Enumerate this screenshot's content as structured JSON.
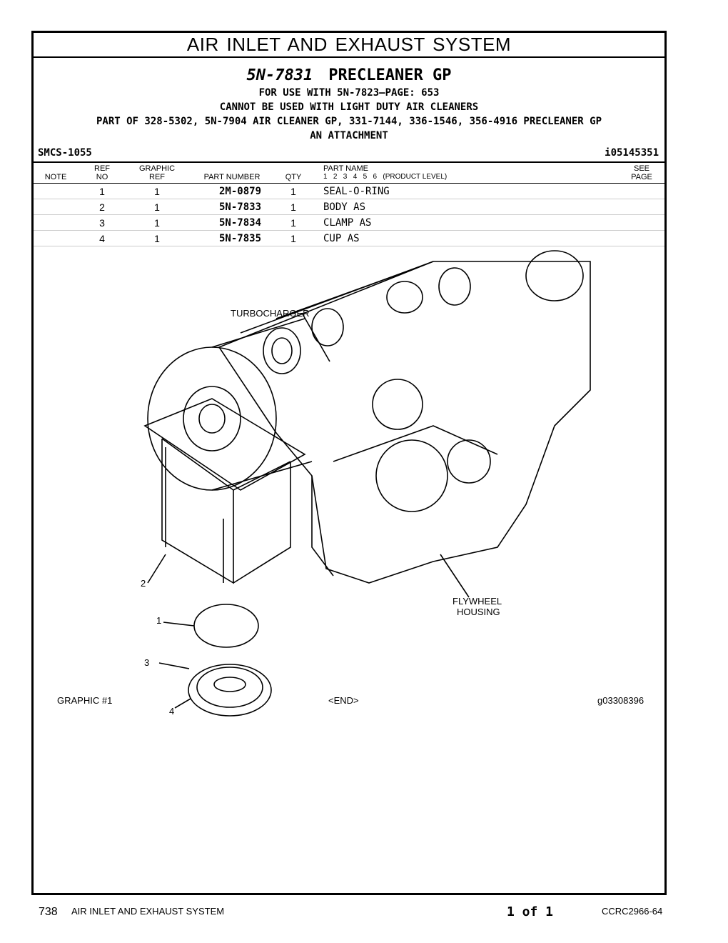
{
  "section_title": "AIR INLET AND EXHAUST SYSTEM",
  "part": {
    "number": "5N-7831",
    "name": "PRECLEANER GP"
  },
  "notes": [
    "FOR USE WITH 5N-7823—PAGE: 653",
    "CANNOT BE USED WITH  LIGHT DUTY AIR CLEANERS",
    "PART OF 328-5302, 5N-7904 AIR CLEANER GP, 331-7144, 336-1546, 356-4916 PRECLEANER GP",
    "AN ATTACHMENT"
  ],
  "smcs": "SMCS-1055",
  "ident": "i05145351",
  "columns": {
    "note": "NOTE",
    "ref_top": "REF",
    "ref_bottom": "NO",
    "graphic_top": "GRAPHIC",
    "graphic_bottom": "REF",
    "part_number": "PART NUMBER",
    "qty": "QTY",
    "part_name": "PART NAME",
    "levels": "1   2   3   4   5   6   (PRODUCT LEVEL)",
    "see_top": "SEE",
    "see_bottom": "PAGE"
  },
  "rows": [
    {
      "ref": "1",
      "graphic": "1",
      "part_number": "2M-0879",
      "qty": "1",
      "name": "SEAL-O-RING"
    },
    {
      "ref": "2",
      "graphic": "1",
      "part_number": "5N-7833",
      "qty": "1",
      "name": "BODY AS"
    },
    {
      "ref": "3",
      "graphic": "1",
      "part_number": "5N-7834",
      "qty": "1",
      "name": "CLAMP AS"
    },
    {
      "ref": "4",
      "graphic": "1",
      "part_number": "5N-7835",
      "qty": "1",
      "name": "CUP AS"
    }
  ],
  "graphic": {
    "labels": {
      "turbo": "TURBOCHARGER",
      "fly1": "FLYWHEEL",
      "fly2": "HOUSING",
      "c1": "1",
      "c2": "2",
      "c3": "3",
      "c4": "4"
    },
    "caption_left": "GRAPHIC #1",
    "caption_mid": "<END>",
    "caption_right": "g03308396"
  },
  "footer": {
    "page": "738",
    "section": "AIR INLET AND EXHAUST SYSTEM",
    "of": "1 of 1",
    "code": "CCRC2966-64"
  }
}
